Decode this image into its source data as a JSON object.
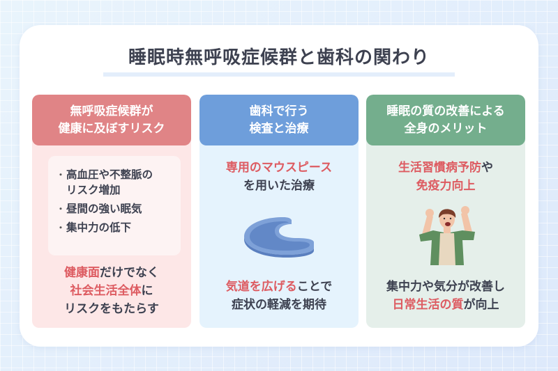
{
  "title": "睡眠時無呼吸症候群と歯科の関わり",
  "colors": {
    "red_header": "#e08486",
    "blue_header": "#6e9edb",
    "green_header": "#74ae8d",
    "highlight": "#dd5b61",
    "text": "#3d4150"
  },
  "columns": [
    {
      "header_line1": "無呼吸症候群が",
      "header_line2": "健康に及ぼすリスク",
      "risks": [
        {
          "bullet": "・",
          "line1": "高血圧や不整脈の",
          "line2": "リスク増加"
        },
        {
          "bullet": "・",
          "line1": "昼間の強い眠気"
        },
        {
          "bullet": "・",
          "line1": "集中力の低下"
        }
      ],
      "bottom": {
        "l1_hl": "健康面",
        "l1_rest": "だけでなく",
        "l2_hl": "社会生活全体",
        "l2_rest": "に",
        "l3": "リスクをもたらす"
      }
    },
    {
      "header_line1": "歯科で行う",
      "header_line2": "検査と治療",
      "top": {
        "l1_hl": "専用のマウスピース",
        "l2": "を用いた治療"
      },
      "illustration": "mouthpiece-icon",
      "bottom": {
        "l1_hl": "気道を広げる",
        "l1_rest": "ことで",
        "l2": "症状の軽減を期待"
      }
    },
    {
      "header_line1": "睡眠の質の改善による",
      "header_line2": "全身のメリット",
      "top": {
        "l1_hl": "生活習慣病予防",
        "l1_rest": "や",
        "l2_hl": "免疫力向上"
      },
      "illustration": "cheering-person-icon",
      "bottom": {
        "l1": "集中力や気分が改善し",
        "l2_hl": "日常生活の質",
        "l2_rest": "が向上"
      }
    }
  ]
}
